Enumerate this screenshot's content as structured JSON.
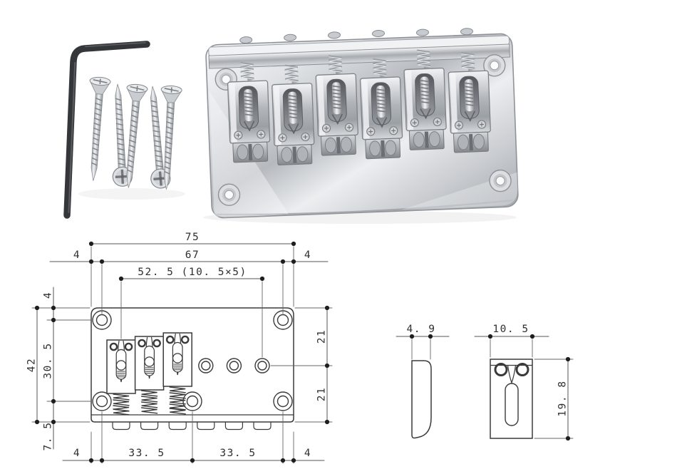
{
  "photo": {
    "background": "#ffffff",
    "chrome_light": "#f2f3f5",
    "chrome_mid": "#b7bbc0",
    "chrome_dark": "#84888d",
    "wrench_color": "#3a3a3a",
    "parts": {
      "wrench": "hex-allen-wrench",
      "screws": "mounting-screws",
      "bridge": "chrome-6-saddle-hardtail-bridge"
    }
  },
  "drawing": {
    "line_color": "#3a3a3a",
    "thin_line_color": "#666666",
    "text_color": "#2f2f2f",
    "dims": {
      "overall_width": "75",
      "left_offset_top": "4",
      "screw_span": "67",
      "right_offset_top": "4",
      "string_spread": "52. 5 (10. 5×5)",
      "plate_top_to_hole": "4",
      "overall_height": "42",
      "hole_row_span": "30. 5",
      "hole_to_bottom_edge": "7. 5",
      "right_top_half": "21",
      "right_bottom_half": "21",
      "bottom_left_offset": "4",
      "bottom_span_left": "33. 5",
      "bottom_span_right": "33. 5",
      "bottom_right_offset": "4",
      "saddle_side_thickness": "4. 9",
      "saddle_top_width": "10. 5",
      "saddle_top_length": "19. 8"
    }
  }
}
